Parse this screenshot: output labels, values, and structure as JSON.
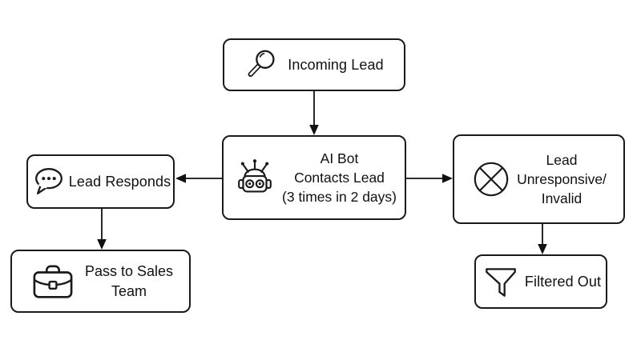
{
  "diagram": {
    "type": "flowchart",
    "colors": {
      "background": "#ffffff",
      "node_fill": "#ffffff",
      "stroke": "#1a1a1a",
      "text": "#111111"
    },
    "nodes": {
      "incoming_lead": {
        "label": "Incoming Lead",
        "icon": "magnifying-glass-icon"
      },
      "ai_bot": {
        "lines": [
          "AI Bot",
          "Contacts Lead",
          "(3 times in 2 days)"
        ],
        "icon": "robot-icon"
      },
      "lead_responds": {
        "label": "Lead Responds",
        "icon": "speech-bubble-icon"
      },
      "lead_unresponsive": {
        "lines": [
          "Lead",
          "Unresponsive/",
          "Invalid"
        ],
        "icon": "circle-x-icon"
      },
      "pass_to_sales": {
        "lines": [
          "Pass to Sales",
          "Team"
        ],
        "icon": "briefcase-icon"
      },
      "filtered_out": {
        "label": "Filtered Out",
        "icon": "funnel-icon"
      }
    },
    "edges": [
      {
        "from": "incoming_lead",
        "to": "ai_bot",
        "direction": "down"
      },
      {
        "from": "ai_bot",
        "to": "lead_responds",
        "direction": "left"
      },
      {
        "from": "ai_bot",
        "to": "lead_unresponsive",
        "direction": "right"
      },
      {
        "from": "lead_responds",
        "to": "pass_to_sales",
        "direction": "down"
      },
      {
        "from": "lead_unresponsive",
        "to": "filtered_out",
        "direction": "down"
      }
    ]
  }
}
